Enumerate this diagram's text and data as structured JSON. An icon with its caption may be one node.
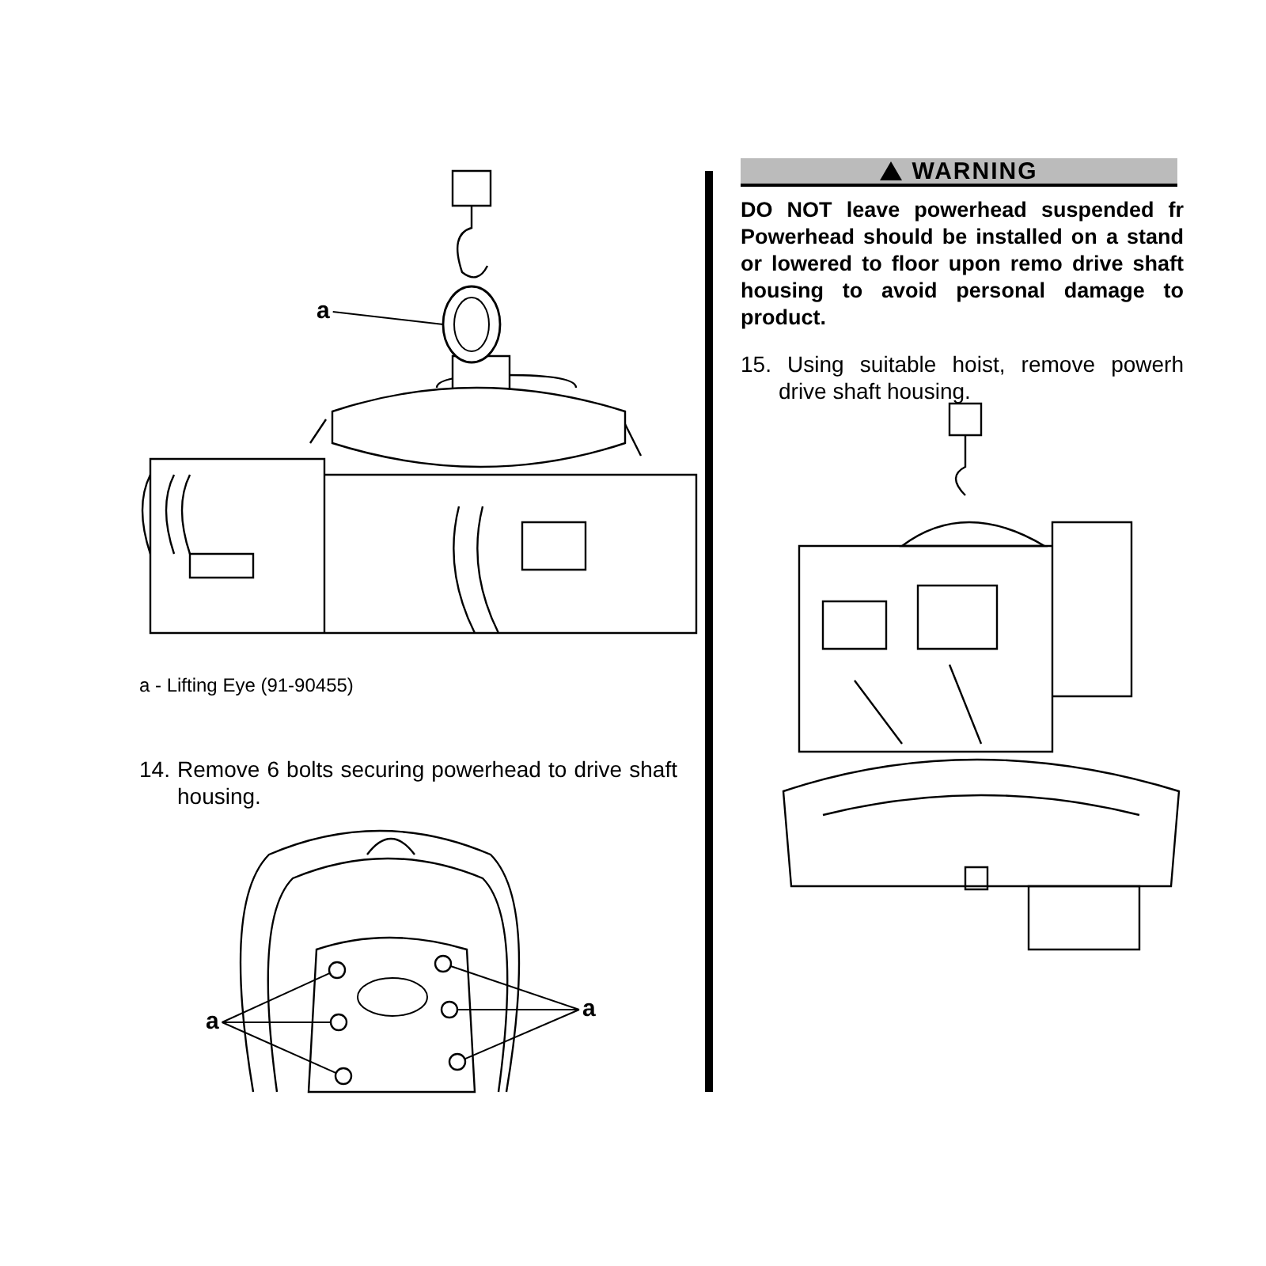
{
  "diagram": {
    "nodes": [
      {
        "text": [
          "a"
        ]
      },
      {
        "text": [],
        "shape": "picture"
      },
      {
        "text": [
          "a"
        ]
      },
      {
        "text": [],
        "shape": "circle"
      },
      {
        "text": [],
        "shape": "circle"
      },
      {
        "text": [],
        "shape": "circle"
      },
      {
        "text": [
          "a"
        ]
      },
      {
        "text": [],
        "shape": "circle"
      },
      {
        "text": [],
        "shape": "circle"
      },
      {
        "text": [],
        "shape": "circle"
      }
    ],
    "edges": [
      {
        "from": 0,
        "to": 1,
        "arrow": "none"
      },
      {
        "from": 2,
        "to": 3,
        "arrow": "none"
      },
      {
        "from": 2,
        "to": 4,
        "arrow": "none"
      },
      {
        "from": 2,
        "to": 5,
        "arrow": "none"
      },
      {
        "from": 6,
        "to": 7,
        "arrow": "none"
      },
      {
        "from": 6,
        "to": 8,
        "arrow": "none"
      },
      {
        "from": 6,
        "to": 9,
        "arrow": "none"
      }
    ],
    "labels": [
      "a - Lifting Eye (91-90455)",
      "14. Remove 6 bolts securing powerhead to drive shaft housing.",
      "WARNING",
      "DO NOT leave powerhead suspended fr Powerhead should be installed on a stand or lowered to floor upon remo drive shaft housing to avoid personal damage to product.",
      "15. Using suitable hoist, remove powerh drive shaft housing."
    ]
  }
}
